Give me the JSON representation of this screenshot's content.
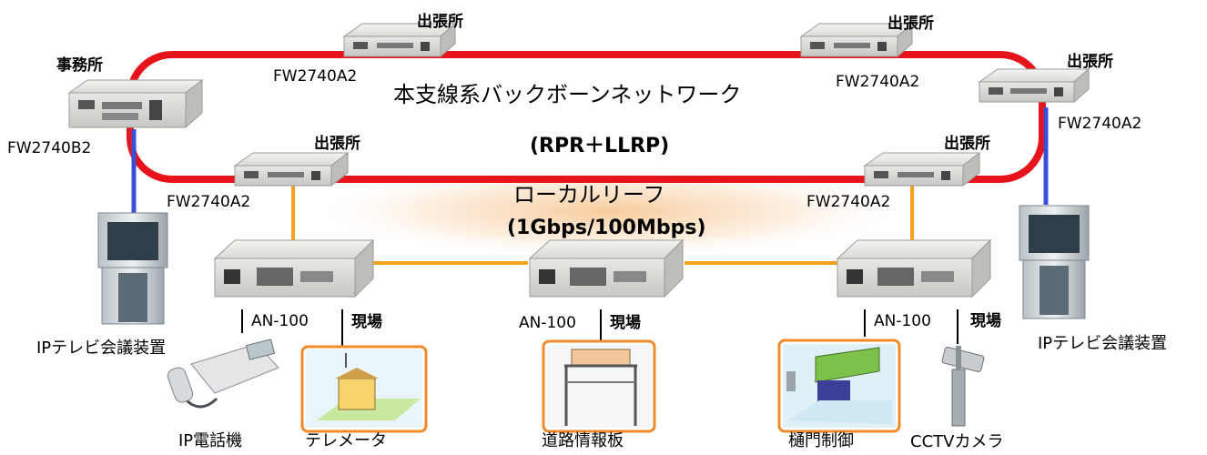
{
  "title": "本支線系バックボーンネットワーク",
  "protocol": "(RPR＋LLRP)",
  "local_leaf": "ローカルリーフ",
  "local_speed": "(1Gbps/100Mbps)",
  "office": "事務所",
  "branch": "出張所",
  "model_a": "FW2740A2",
  "model_b": "FW2740B2",
  "an_model": "AN-100",
  "field": "現場",
  "videoconf": "IPテレビ会議装置",
  "ipphone": "IP電話機",
  "telemeter": "テレメータ",
  "road_board": "道路情報板",
  "sluice": "樋門制御",
  "cctv": "CCTVカメラ",
  "colors": {
    "ring": "#e8141b",
    "leaf": "#f6a21d",
    "terminal": "#3a4fd6",
    "frame": "#f08a2a"
  }
}
